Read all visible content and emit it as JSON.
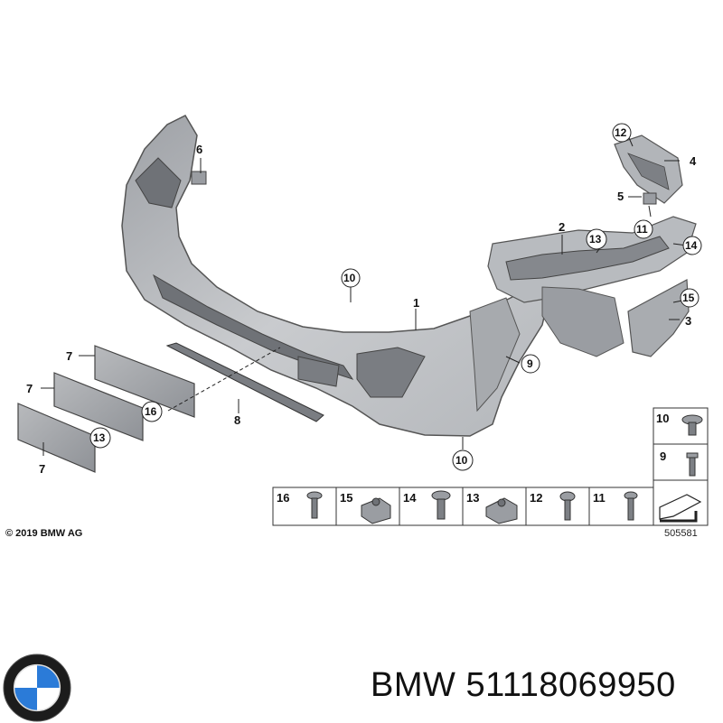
{
  "callouts": {
    "c1": "1",
    "c2": "2",
    "c3": "3",
    "c4": "4",
    "c5": "5",
    "c6": "6",
    "c7a": "7",
    "c7b": "7",
    "c7c": "7",
    "c8": "8",
    "c9": "9",
    "c10a": "10",
    "c10b": "10",
    "c11": "11",
    "c12": "12",
    "c13a": "13",
    "c13b": "13",
    "c14": "14",
    "c15": "15",
    "c16": "16"
  },
  "fasteners": {
    "row": [
      "16",
      "15",
      "14",
      "13",
      "12",
      "11"
    ],
    "column": [
      "10",
      "9"
    ]
  },
  "copyright": "© 2019 BMW AG",
  "diagram_ref": "505581",
  "brand": "BMW",
  "part_number": "51118069950",
  "colors": {
    "part": "#c3c5c8",
    "part_dark": "#8a8d92",
    "line": "#222222"
  }
}
